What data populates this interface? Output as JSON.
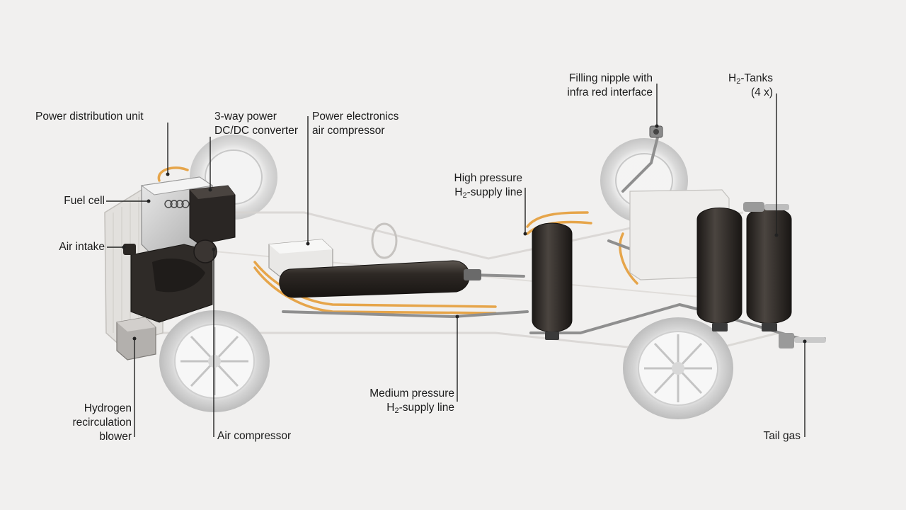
{
  "labels": {
    "power_distribution_unit": "Power distribution unit",
    "three_way_power_converter": {
      "line1": "3-way power",
      "line2": "DC/DC converter"
    },
    "power_electronics_air_compressor": {
      "line1": "Power electronics",
      "line2": "air compressor"
    },
    "fuel_cell": "Fuel cell",
    "air_intake": "Air intake",
    "hydrogen_recirculation_blower": {
      "line1": "Hydrogen",
      "line2": "recirculation",
      "line3": "blower"
    },
    "air_compressor": "Air compressor",
    "high_pressure_supply_line": {
      "line1": "High pressure",
      "line2_pre": "H",
      "line2_sub": "2",
      "line2_post": "-supply line"
    },
    "medium_pressure_supply_line": {
      "line1": "Medium pressure",
      "line2_pre": "H",
      "line2_sub": "2",
      "line2_post": "-supply line"
    },
    "filling_nipple": {
      "line1": "Filling nipple with",
      "line2": "infra red interface"
    },
    "h2_tanks": {
      "line1_pre": "H",
      "line1_sub": "2",
      "line1_post": "-Tanks",
      "line2": "(4 x)"
    },
    "tail_gas": "Tail gas"
  },
  "colors": {
    "background": "#f1f0ef",
    "tank": "#2e2925",
    "pipe_orange": "#e6a54a",
    "pipe_metal": "#9a9a9a",
    "callout_line": "#222222"
  }
}
